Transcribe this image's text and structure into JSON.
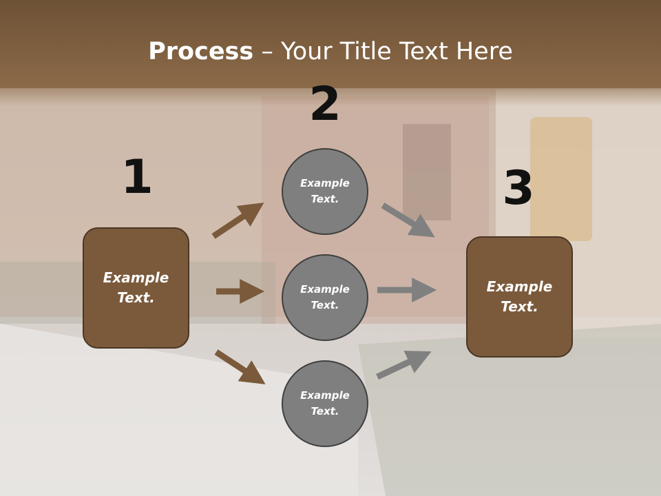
{
  "title": {
    "bold": "Process",
    "rest": " – Your Title Text Here"
  },
  "steps": {
    "n1": "1",
    "n2": "2",
    "n3": "3"
  },
  "left_box": {
    "line1": "Example",
    "line2": "Text."
  },
  "right_box": {
    "line1": "Example",
    "line2": "Text."
  },
  "circles": [
    {
      "line1": "Example",
      "line2": "Text."
    },
    {
      "line1": "Example",
      "line2": "Text."
    },
    {
      "line1": "Example",
      "line2": "Text."
    }
  ],
  "colors": {
    "title_bar": "#7a5c3e",
    "box_fill": "#7b5a3c",
    "circle_fill": "#7f7f7f",
    "brown_arrow": "#7b5a3c",
    "gray_arrow": "#808080"
  }
}
